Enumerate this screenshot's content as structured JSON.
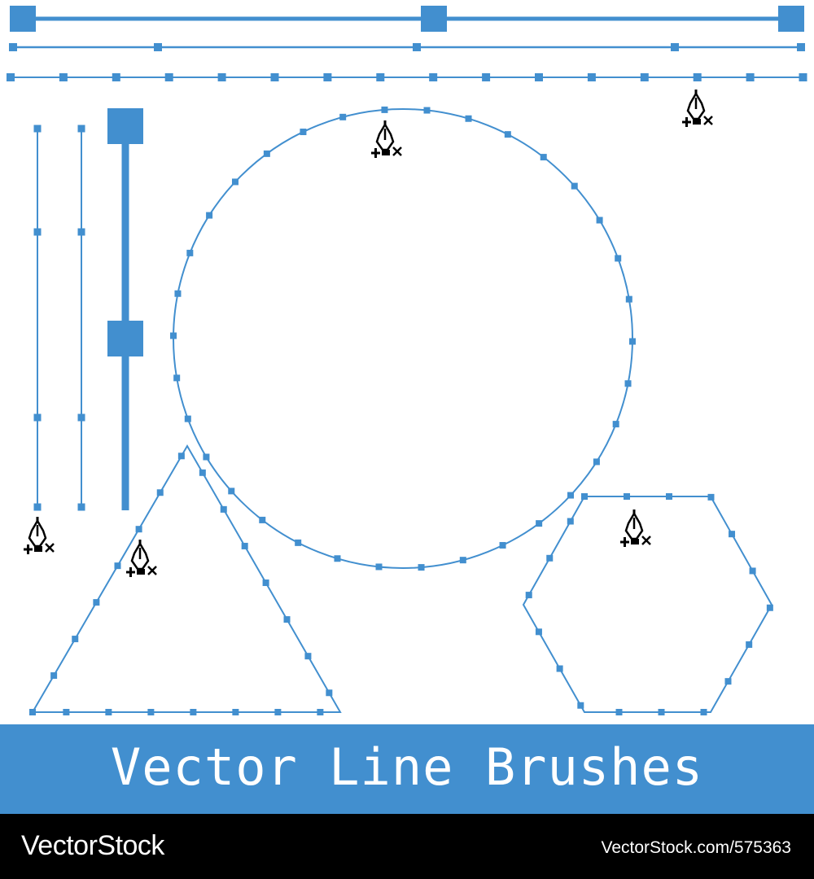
{
  "title": "Vector Line Brushes",
  "footer": {
    "brand": "VectorStock",
    "image_id": "VectorStock.com/575363"
  },
  "colors": {
    "background": "#ffffff",
    "stroke": "#428fcf",
    "banner": "#428fcf",
    "footer_bg": "#000000",
    "footer_text": "#ffffff",
    "cursor": "#000000"
  },
  "icons": [
    "pen-tool-cursor-icon"
  ]
}
